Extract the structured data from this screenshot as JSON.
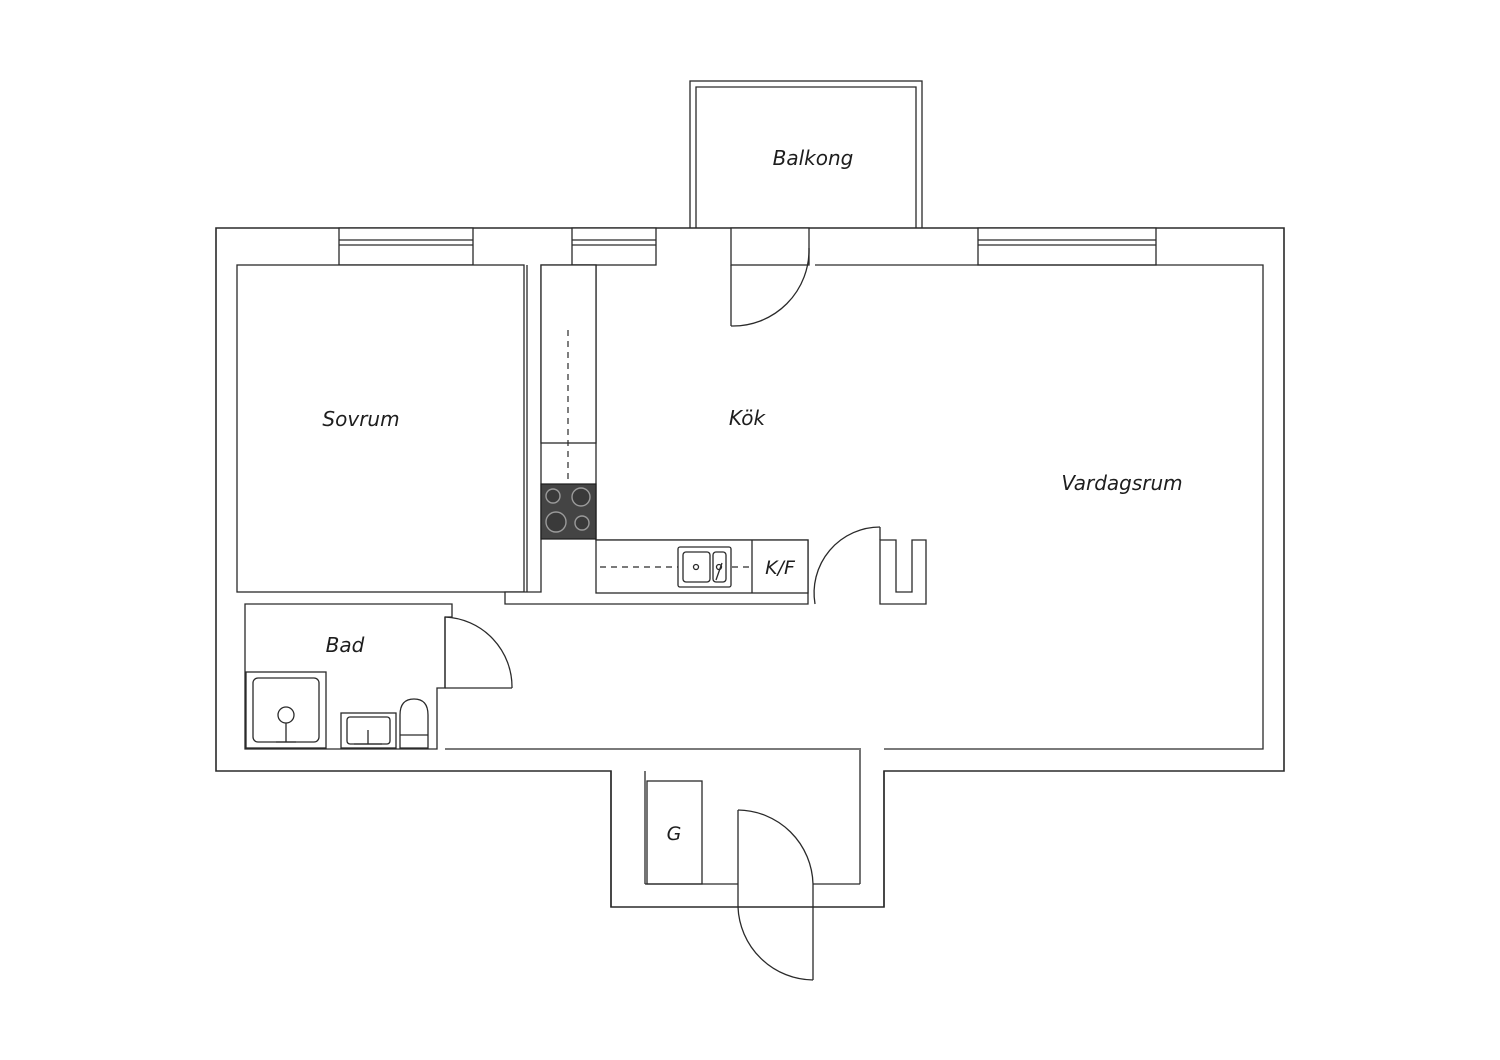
{
  "rooms": {
    "balkong": "Balkong",
    "sovrum": "Sovrum",
    "kok": "Kök",
    "vardagsrum": "Vardagsrum",
    "bad": "Bad",
    "kf": "K/F",
    "g": "G"
  }
}
